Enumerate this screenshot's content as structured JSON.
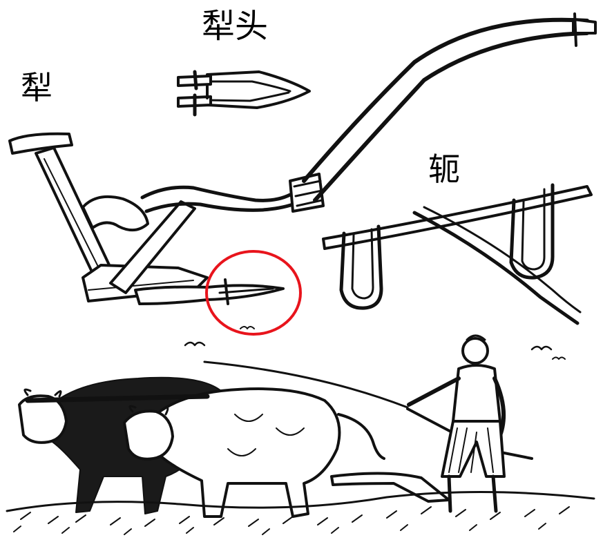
{
  "labels": {
    "plow": "犁",
    "plowshare": "犁头",
    "yoke": "轭"
  },
  "colors": {
    "ink": "#111111",
    "highlight": "#e8141c",
    "paper": "#ffffff"
  },
  "icons": {
    "plow": "plow-illustration",
    "plowshare": "plowshare-illustration",
    "yoke": "yoke-illustration",
    "scene": "oxen-plowing-scene"
  }
}
